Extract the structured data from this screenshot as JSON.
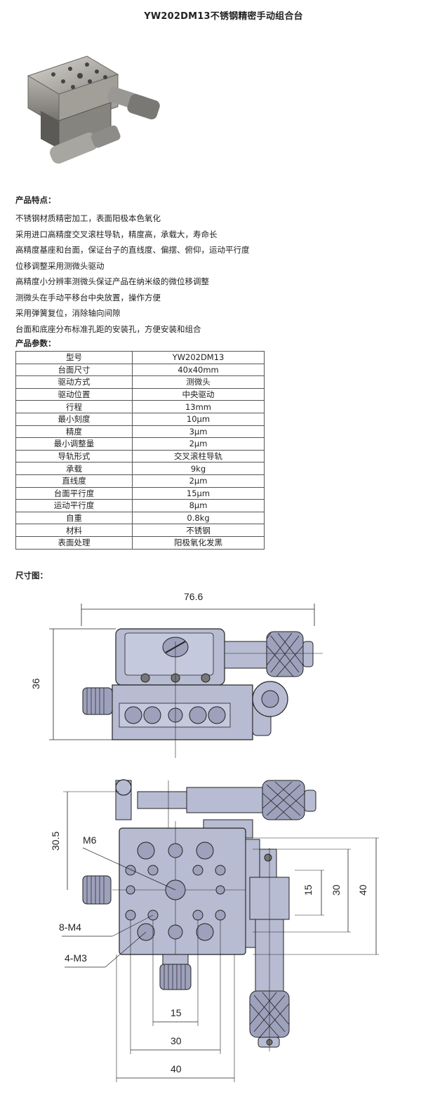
{
  "title": "YW202DM13不锈钢精密手动组合台",
  "features_title": "产品特点：",
  "features": [
    "不锈钢材质精密加工，表面阳极本色氧化",
    "采用进口高精度交叉滚柱导轨，精度高，承载大，寿命长",
    "高精度基座和台面，保证台子的直线度、偏摆、俯仰，运动平行度",
    "位移调整采用测微头驱动",
    "高精度小分辨率测微头保证产品在纳米级的微位移调整",
    "测微头在手动平移台中央放置，操作方便",
    "采用弹簧复位，消除轴向间隙",
    "台面和底座分布标准孔距的安装孔，方便安装和组合"
  ],
  "params_title": "产品参数：",
  "params": [
    {
      "k": "型号",
      "v": "YW202DM13"
    },
    {
      "k": "台面尺寸",
      "v": "40x40mm"
    },
    {
      "k": "驱动方式",
      "v": "测微头"
    },
    {
      "k": "驱动位置",
      "v": "中央驱动"
    },
    {
      "k": "行程",
      "v": "13mm"
    },
    {
      "k": "最小刻度",
      "v": "10μm"
    },
    {
      "k": "精度",
      "v": "3μm"
    },
    {
      "k": "最小调整量",
      "v": "2μm"
    },
    {
      "k": "导轨形式",
      "v": "交叉滚柱导轨"
    },
    {
      "k": "承载",
      "v": "9kg"
    },
    {
      "k": "直线度",
      "v": "2μm"
    },
    {
      "k": "台面平行度",
      "v": "15μm"
    },
    {
      "k": "运动平行度",
      "v": "8μm"
    },
    {
      "k": "自重",
      "v": "0.8kg"
    },
    {
      "k": "材料",
      "v": "不锈钢"
    },
    {
      "k": "表面处理",
      "v": "阳极氧化发黑"
    }
  ],
  "dimensions_title": "尺寸图：",
  "dimensions": {
    "width_top": "76.6",
    "height_side": "36",
    "height_305": "30.5",
    "m6": "M6",
    "m4": "8-M4",
    "m3": "4-M3",
    "d15_v": "15",
    "d30_v": "30",
    "d40_v": "40",
    "d15_h": "15",
    "d30_h": "30",
    "d40_h": "40"
  },
  "colors": {
    "metal": "#b8bcd2",
    "metal_dark": "#8f93ad",
    "line": "#222222"
  }
}
